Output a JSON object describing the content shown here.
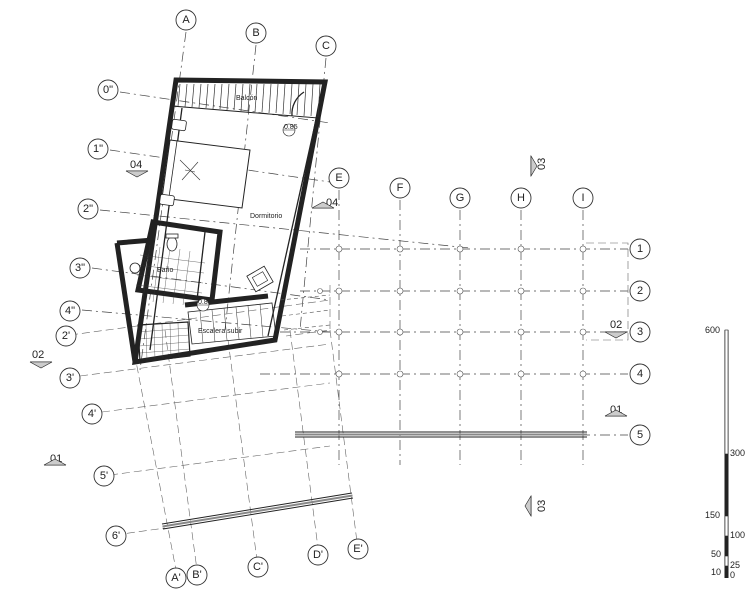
{
  "plan": {
    "grid_letters": [
      "A",
      "B",
      "C",
      "E",
      "F",
      "G",
      "H",
      "I"
    ],
    "grid_letters_primed": [
      "A'",
      "B'",
      "C'",
      "D'",
      "E'"
    ],
    "grid_numbers_right": [
      "1",
      "2",
      "3",
      "4",
      "5"
    ],
    "grid_numbers_left_dbl": [
      "0\"",
      "1\"",
      "2\"",
      "3\"",
      "4\""
    ],
    "grid_numbers_left_prime": [
      "2'",
      "3'",
      "4'",
      "5'",
      "6'"
    ],
    "section_marks": {
      "s04a": "04",
      "s04b": "04",
      "s03a": "03",
      "s03b": "03",
      "s02a": "02",
      "s02b": "02",
      "s01a": "01",
      "s01b": "01"
    },
    "rooms": {
      "dormitorio": "Dormitorio",
      "bano": "Baño",
      "balcon": "Balcón",
      "escalera": "Escalera subir"
    },
    "level_tags": [
      "0.85",
      "0.85"
    ]
  },
  "scale_bar": {
    "ticks": [
      "600",
      "300",
      "150",
      "100",
      "50",
      "25",
      "10",
      "0"
    ]
  }
}
